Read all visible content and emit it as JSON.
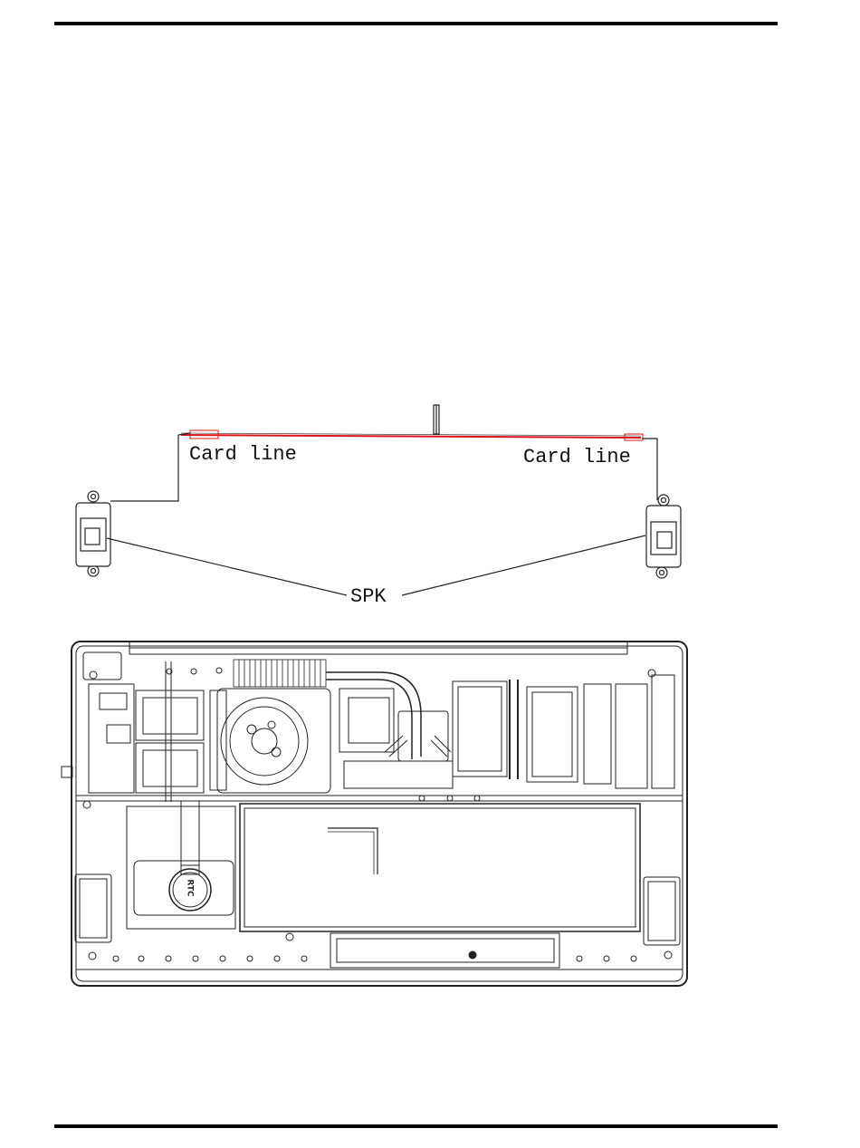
{
  "labels": {
    "card_line_left": "Card line",
    "card_line_right": "Card line",
    "speaker": "SPK",
    "battery_part_mark": "RTC"
  },
  "colors": {
    "rule": "#000000",
    "cable_highlight": "#d9141b",
    "drawing_line": "#222222"
  }
}
